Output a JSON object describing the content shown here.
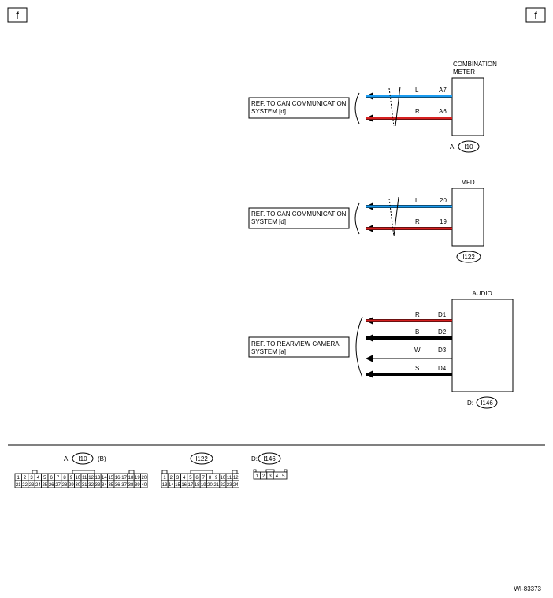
{
  "page_marker": "f",
  "figure_id": "WI-83373",
  "colors": {
    "blue": "#1a9bf0",
    "red": "#d62020",
    "black": "#000000",
    "white": "#ffffff"
  },
  "combo": {
    "name_line1": "COMBINATION",
    "name_line2": "METER",
    "conn_prefix": "A:",
    "conn_id": "I10",
    "ref_line1": "REF. TO CAN COMMUNICATION",
    "ref_line2": "SYSTEM [d]",
    "wires": [
      {
        "color": "L",
        "pin": "A7"
      },
      {
        "color": "R",
        "pin": "A6"
      }
    ]
  },
  "mfd": {
    "name": "MFD",
    "conn_id": "I122",
    "ref_line1": "REF. TO CAN COMMUNICATION",
    "ref_line2": "SYSTEM [d]",
    "wires": [
      {
        "color": "L",
        "pin": "20"
      },
      {
        "color": "R",
        "pin": "19"
      }
    ]
  },
  "audio": {
    "name": "AUDIO",
    "conn_prefix": "D:",
    "conn_id": "I146",
    "ref_line1": "REF. TO REARVIEW CAMERA",
    "ref_line2": "SYSTEM [a]",
    "wires": [
      {
        "color": "R",
        "pin": "D1"
      },
      {
        "color": "B",
        "pin": "D2"
      },
      {
        "color": "W",
        "pin": "D3"
      },
      {
        "color": "S",
        "pin": "D4"
      }
    ]
  },
  "connectors": {
    "a": {
      "prefix": "A:",
      "id": "I10",
      "suffix": "(B)",
      "row1": [
        "1",
        "2",
        "3",
        "4",
        "5",
        "6",
        "7",
        "8",
        "9",
        "10",
        "11",
        "12",
        "13",
        "14",
        "15",
        "16",
        "17",
        "18",
        "19",
        "20"
      ],
      "row2": [
        "21",
        "22",
        "23",
        "24",
        "25",
        "26",
        "27",
        "28",
        "29",
        "30",
        "31",
        "32",
        "33",
        "34",
        "35",
        "36",
        "37",
        "38",
        "39",
        "40"
      ]
    },
    "b": {
      "id": "I122",
      "row1": [
        "1",
        "2",
        "3",
        "4",
        "5",
        "6",
        "7",
        "8",
        "9",
        "10",
        "11",
        "12"
      ],
      "row2": [
        "13",
        "14",
        "15",
        "16",
        "17",
        "18",
        "19",
        "20",
        "21",
        "22",
        "23",
        "24"
      ]
    },
    "d": {
      "prefix": "D:",
      "id": "I146",
      "row1": [
        "1",
        "2",
        "3",
        "4",
        "5"
      ]
    }
  }
}
